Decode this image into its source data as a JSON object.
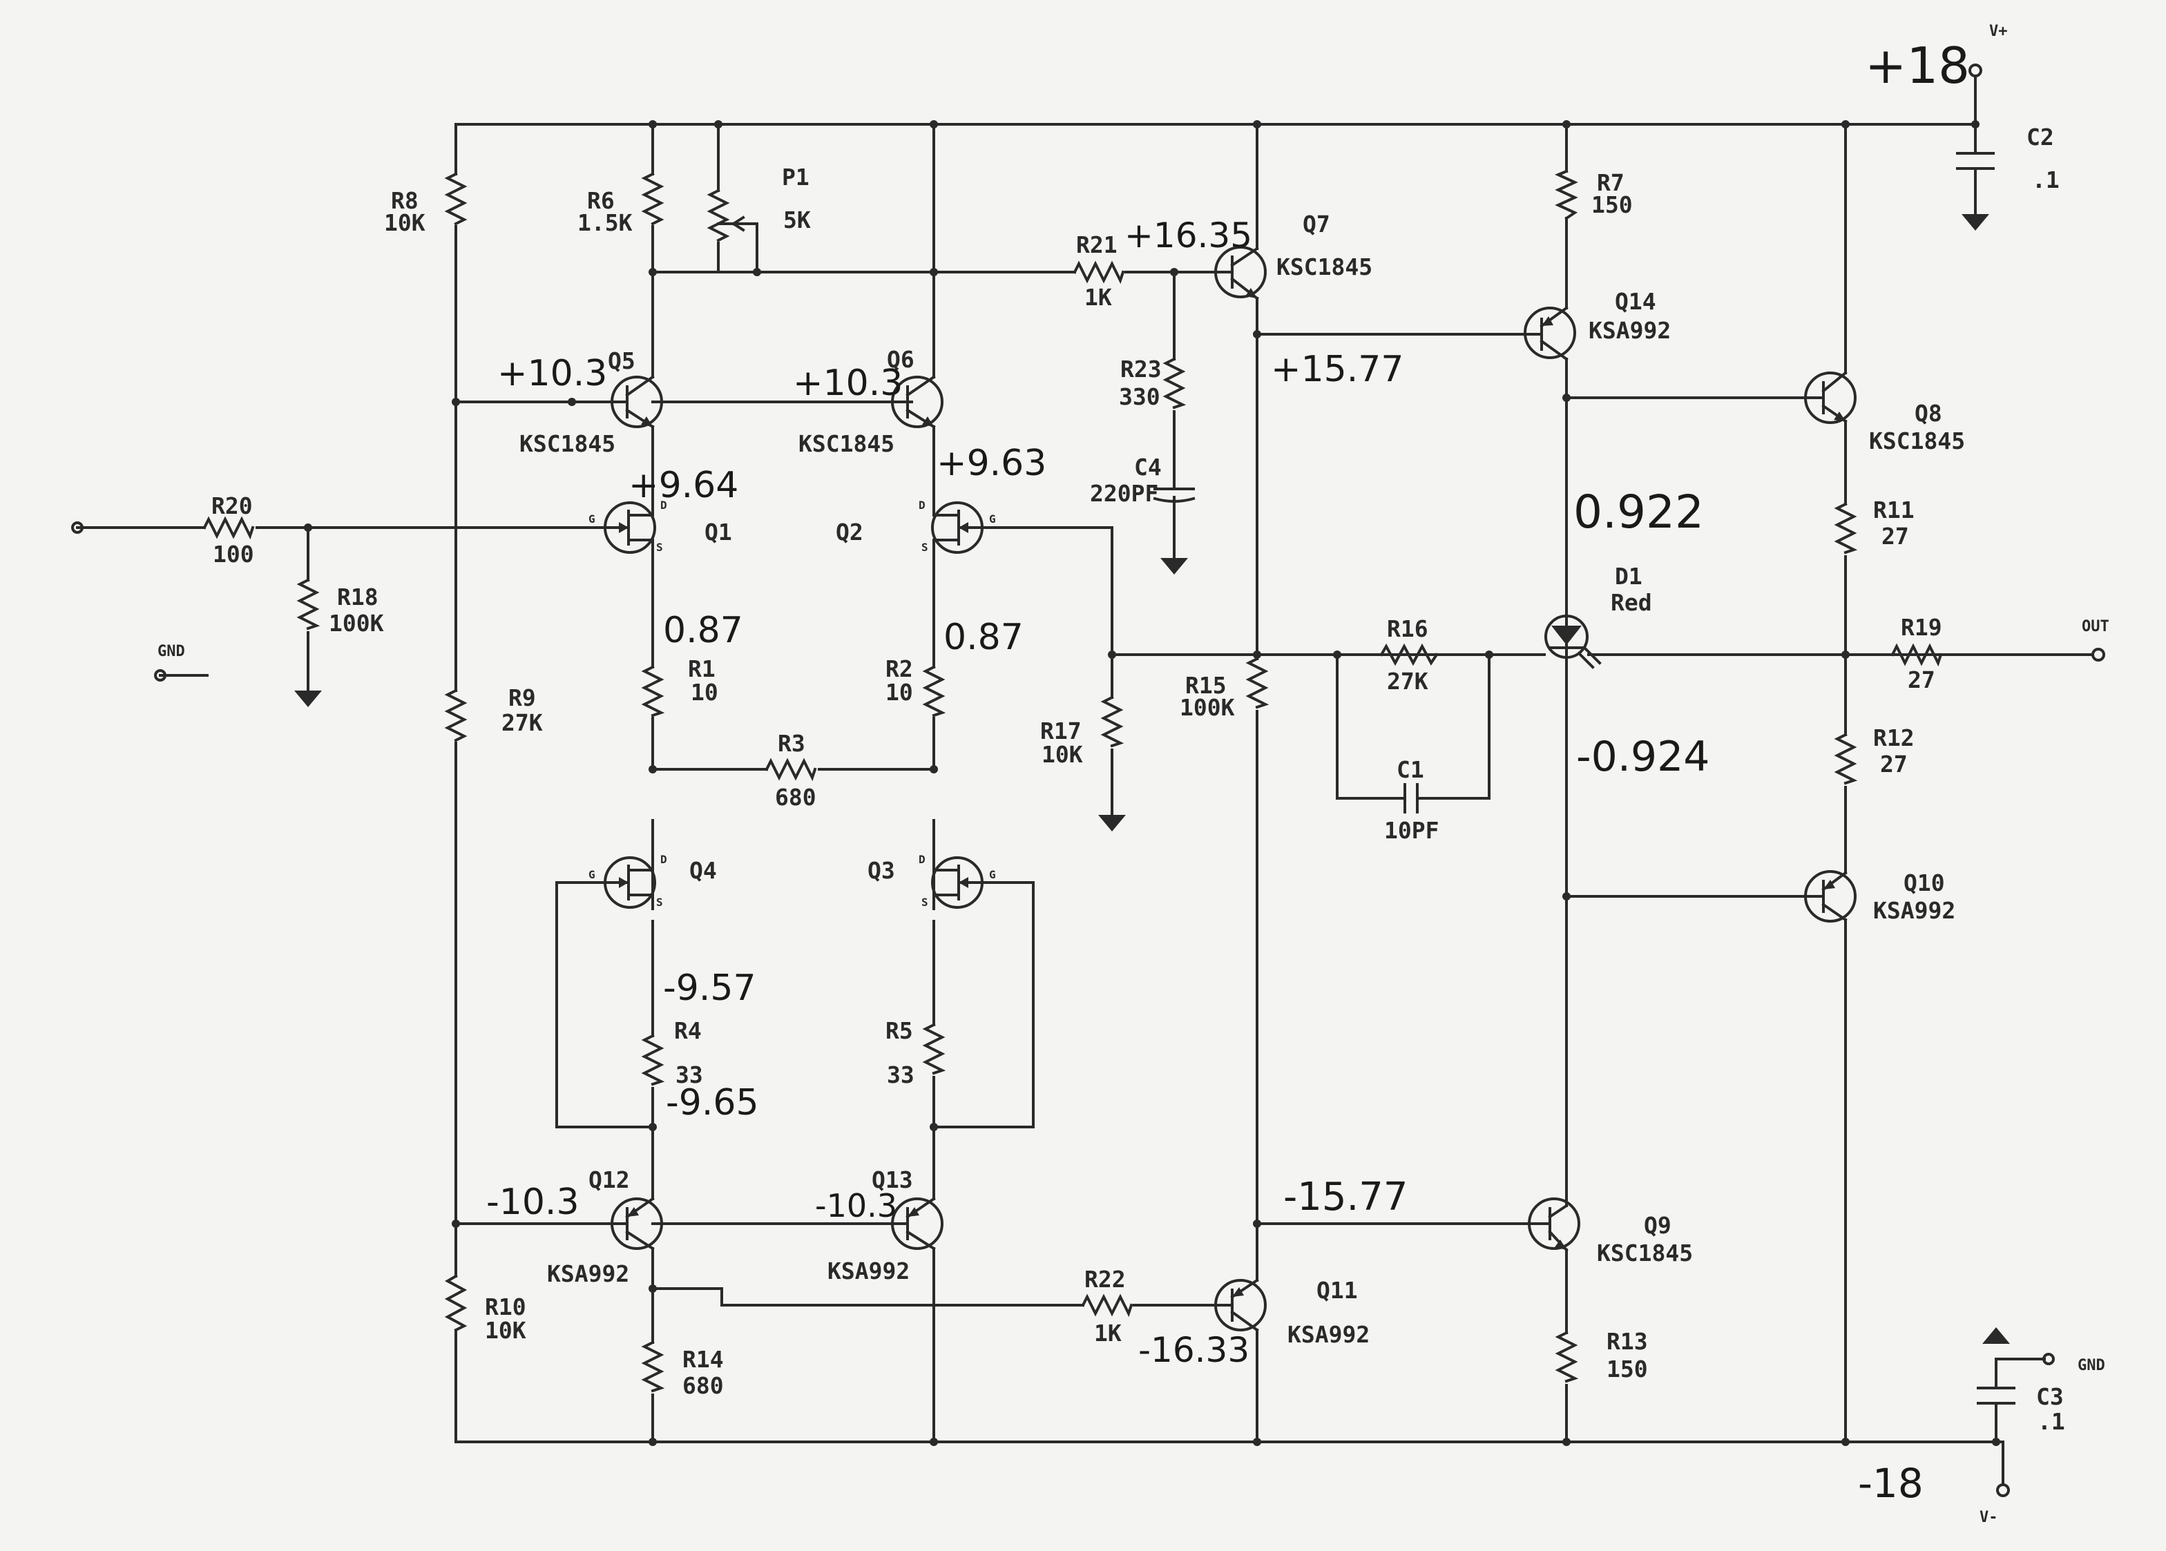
{
  "schematic": {
    "labels": {
      "R8": "R8",
      "R8v": "10K",
      "R6": "R6",
      "R6v": "1.5K",
      "P1": "P1",
      "P1v": "5K",
      "R21": "R21",
      "R21v": "1K",
      "Q7": "Q7",
      "Q7t": "KSC1845",
      "R7": "R7",
      "R7v": "150",
      "C2": "C2",
      "C2v": ".1",
      "Q14": "Q14",
      "Q14t": "KSA992",
      "Q5": "Q5",
      "Q5t": "KSC1845",
      "Q6": "Q6",
      "Q6t": "KSC1845",
      "R23": "R23",
      "R23v": "330",
      "C4": "C4",
      "C4v": "220PF",
      "Q8": "Q8",
      "Q8t": "KSC1845",
      "R20": "R20",
      "R20v": "100",
      "Q1": "Q1",
      "Q2": "Q2",
      "R11": "R11",
      "R11v": "27",
      "R18": "R18",
      "R18v": "100K",
      "GND1": "GND",
      "D1": "D1",
      "D1v": "Red",
      "R16": "R16",
      "R16v": "27K",
      "R19": "R19",
      "R19v": "27",
      "OUT": "OUT",
      "R1": "R1",
      "R1v": "10",
      "R2": "R2",
      "R2v": "10",
      "R15": "R15",
      "R15v": "100K",
      "R9": "R9",
      "R9v": "27K",
      "R17": "R17",
      "R17v": "10K",
      "R3": "R3",
      "R3v": "680",
      "R12": "R12",
      "R12v": "27",
      "C1": "C1",
      "C1v": "10PF",
      "Q4": "Q4",
      "Q3": "Q3",
      "Q10": "Q10",
      "Q10t": "KSA992",
      "R4": "R4",
      "R4v": "33",
      "R5": "R5",
      "R5v": "33",
      "Q12": "Q12",
      "Q12t": "KSA992",
      "Q13": "Q13",
      "Q13t": "KSA992",
      "Q9": "Q9",
      "Q9t": "KSC1845",
      "R22": "R22",
      "R22v": "1K",
      "Q11": "Q11",
      "Q11t": "KSA992",
      "R10": "R10",
      "R10v": "10K",
      "R14": "R14",
      "R14v": "680",
      "R13": "R13",
      "R13v": "150",
      "C3": "C3",
      "C3v": ".1",
      "GND2": "GND",
      "VP": "V+",
      "VM": "V-"
    },
    "pins": {
      "G": "G",
      "D": "D",
      "S": "S"
    },
    "annotations": {
      "vplus": "+18",
      "vminus": "-18",
      "q7b": "+16.35",
      "q7e": "+15.77",
      "q5": "+10.3",
      "q6": "+10.3",
      "q1d": "+9.64",
      "q2d": "+9.63",
      "d1a": "0.922",
      "d1k": "-0.924",
      "q1s": "0.87",
      "q2s": "0.87",
      "r4t": "-9.57",
      "r4b": "-9.65",
      "q12": "-10.3",
      "q13": "-10.3",
      "q11e": "-15.77",
      "q11b": "-16.33"
    }
  }
}
